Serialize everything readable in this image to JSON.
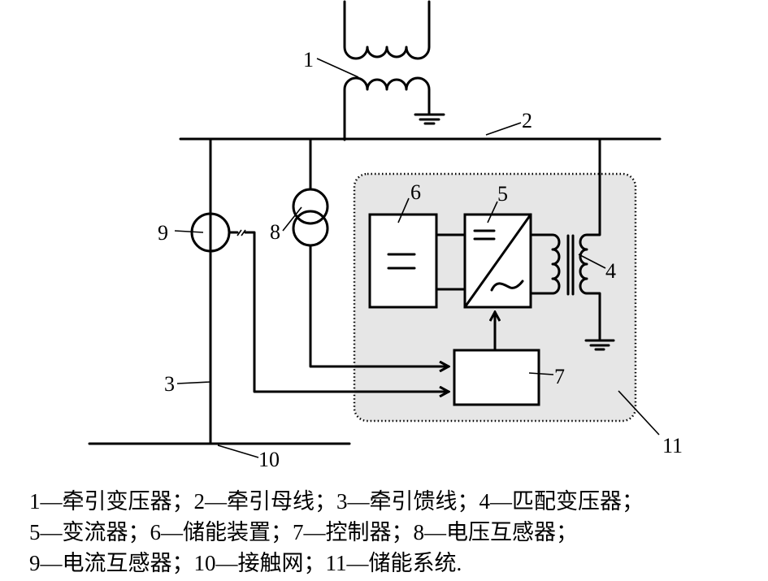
{
  "diagram": {
    "title": "Traction power supply with energy storage system",
    "colors": {
      "line": "#000000",
      "system_fill": "#e6e6e6",
      "box_fill": "#ffffff"
    },
    "labels": {
      "n1": "1",
      "n2": "2",
      "n3": "3",
      "n4": "4",
      "n5": "5",
      "n6": "6",
      "n7": "7",
      "n8": "8",
      "n9": "9",
      "n10": "10",
      "n11": "11"
    },
    "symbols": {
      "dc_mark": "=",
      "ac_mark": "~"
    }
  },
  "legend": {
    "lines": [
      "1—牵引变压器；2—牵引母线；3—牵引馈线；4—匹配变压器；",
      "5—变流器；6—储能装置；7—控制器；8—电压互感器；",
      "9—电流互感器；10—接触网；11—储能系统."
    ],
    "items": [
      {
        "num": "1",
        "name": "牵引变压器"
      },
      {
        "num": "2",
        "name": "牵引母线"
      },
      {
        "num": "3",
        "name": "牵引馈线"
      },
      {
        "num": "4",
        "name": "匹配变压器"
      },
      {
        "num": "5",
        "name": "变流器"
      },
      {
        "num": "6",
        "name": "储能装置"
      },
      {
        "num": "7",
        "name": "控制器"
      },
      {
        "num": "8",
        "name": "电压互感器"
      },
      {
        "num": "9",
        "name": "电流互感器"
      },
      {
        "num": "10",
        "name": "接触网"
      },
      {
        "num": "11",
        "name": "储能系统"
      }
    ]
  }
}
